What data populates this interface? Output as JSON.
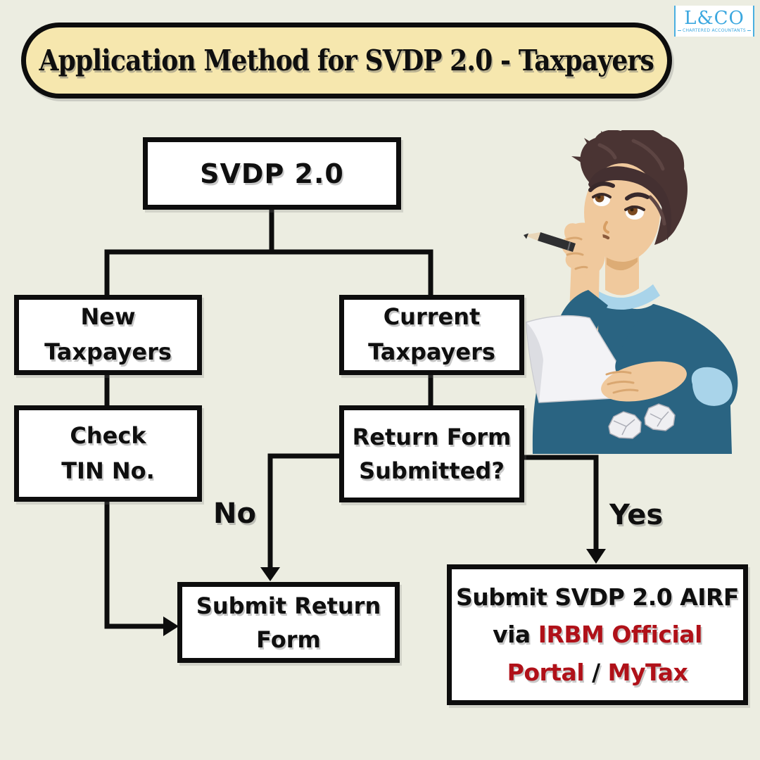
{
  "page": {
    "background_color": "#ECEDE1",
    "ink_color": "#0D0D0D",
    "banner_fill": "#F6E7AE",
    "highlight_red": "#B01119",
    "logo_blue": "#3BA7DF"
  },
  "header": {
    "title": "Application Method for SVDP 2.0 - Taxpayers"
  },
  "logo": {
    "name": "L&CO",
    "tagline": "CHARTERED ACCOUNTANTS"
  },
  "flowchart": {
    "nodes": {
      "svdp": {
        "label": "SVDP 2.0"
      },
      "new_taxpayers": {
        "label": "New\nTaxpayers"
      },
      "current_taxpayers": {
        "label": "Current\nTaxpayers"
      },
      "check_tin": {
        "label": "Check\nTIN No."
      },
      "return_form": {
        "label": "Return Form\nSubmitted?"
      },
      "submit_return": {
        "label": "Submit Return\nForm"
      },
      "submit_airf": {
        "l1": "Submit SVDP 2.0 AIRF",
        "l2a": "via ",
        "l2b": "IRBM Official",
        "l3a": "Portal ",
        "l3b": "/",
        "l3c": " MyTax"
      }
    },
    "edge_labels": {
      "no": "No",
      "yes": "Yes"
    }
  }
}
